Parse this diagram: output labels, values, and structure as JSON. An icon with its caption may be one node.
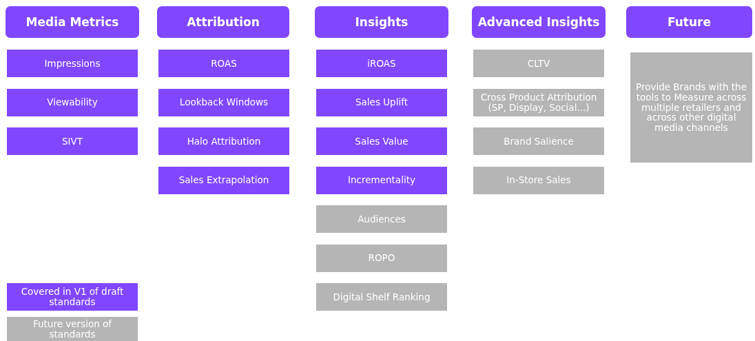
{
  "diagram": {
    "nodes": [
      {
        "text": [
          "Media Metrics"
        ]
      },
      {
        "text": [
          "Impressions"
        ]
      },
      {
        "text": [
          "Viewability"
        ]
      },
      {
        "text": [
          "SIVT"
        ]
      },
      {
        "text": [
          "Attribution"
        ]
      },
      {
        "text": [
          "ROAS"
        ]
      },
      {
        "text": [
          "Lookback Windows"
        ]
      },
      {
        "text": [
          "Halo Attribution"
        ]
      },
      {
        "text": [
          "Sales Extrapolation"
        ]
      },
      {
        "text": [
          "Insights"
        ]
      },
      {
        "text": [
          "iROAS"
        ]
      },
      {
        "text": [
          "Sales Uplift"
        ]
      },
      {
        "text": [
          "Sales Value"
        ]
      },
      {
        "text": [
          "Incrementality"
        ]
      },
      {
        "text": [
          "Audiences"
        ]
      },
      {
        "text": [
          "ROPO"
        ]
      },
      {
        "text": [
          "Digital Shelf Ranking"
        ]
      },
      {
        "text": [
          "Advanced Insights"
        ]
      },
      {
        "text": [
          "CLTV"
        ]
      },
      {
        "text": [
          "Cross Product Attribution (SP, Display, Social...)"
        ]
      },
      {
        "text": [
          "Brand Salience"
        ]
      },
      {
        "text": [
          "In-Store Sales"
        ]
      },
      {
        "text": [
          "Future"
        ]
      },
      {
        "text": [
          "Provide Brands with the tools to Measure across multiple retailers and across other digital media channels"
        ]
      }
    ],
    "legend": [
      {
        "text": "Covered in V1 of draft standards",
        "color": "#8047ff"
      },
      {
        "text": "Future version of standards",
        "color": "#b5b5b5"
      }
    ]
  }
}
